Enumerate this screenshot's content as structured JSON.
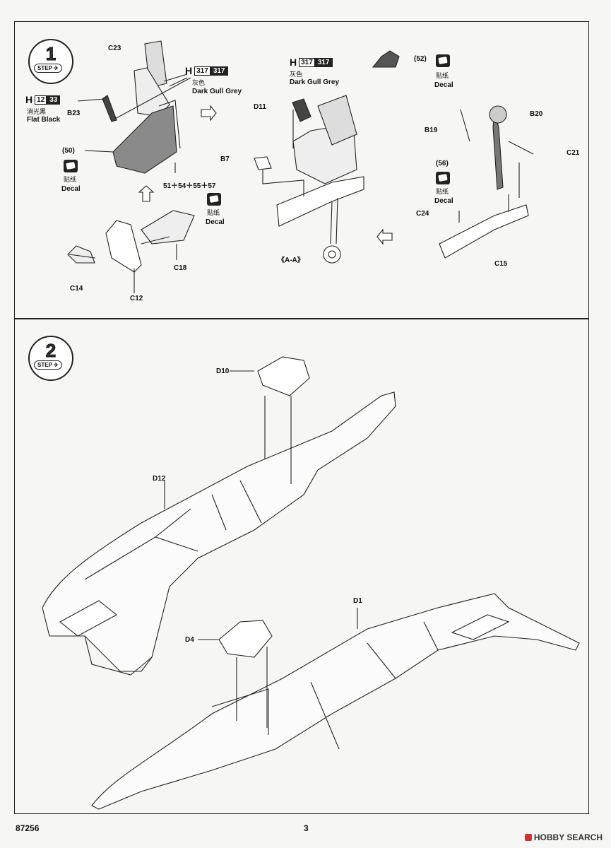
{
  "step1": {
    "step_number": "1",
    "step_tag": "STEP",
    "parts": {
      "c23": "C23",
      "b23": "B23",
      "part50": "(50)",
      "decal_sum": "51＋54＋55＋57",
      "c14": "C14",
      "c12": "C12",
      "c18": "C18",
      "b7": "B7",
      "d11": "D11",
      "part52": "(52)",
      "b20": "B20",
      "b19": "B19",
      "c21": "C21",
      "part56": "(56)",
      "c24": "C24",
      "c15": "C15",
      "section": "《A-A》"
    },
    "paint_grey": {
      "h": "H",
      "code_white": "317",
      "code_black": "317",
      "cn": "灰色",
      "en": "Dark Gull Grey"
    },
    "paint_grey2": {
      "h": "H",
      "code_white": "317",
      "code_black": "317",
      "cn": "灰色",
      "en": "Dark Gull Grey"
    },
    "paint_black": {
      "h": "H",
      "code_white": "12",
      "code_black": "33",
      "cn": "消光黑",
      "en": "Flat Black"
    },
    "decal_cn": "贴纸",
    "decal_en": "Decal"
  },
  "step2": {
    "step_number": "2",
    "step_tag": "STEP",
    "parts": {
      "d10": "D10",
      "d12": "D12",
      "d1": "D1",
      "d4": "D4"
    }
  },
  "footer": {
    "kit_number": "87256",
    "page_number": "3",
    "brand": "HOBBY SEARCH"
  },
  "icons": [
    "arrow-right-icon",
    "arrow-up-icon",
    "arrow-left-icon",
    "decal-icon",
    "step-plane-icon"
  ]
}
